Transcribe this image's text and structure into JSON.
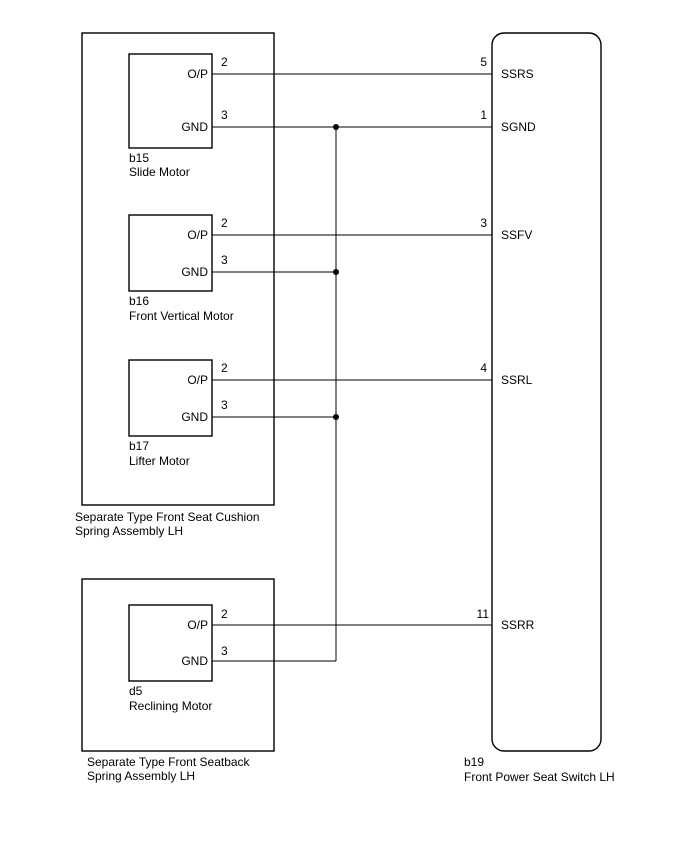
{
  "assemblies": {
    "cushion": {
      "line1": "Separate Type Front Seat Cushion",
      "line2": "Spring Assembly LH"
    },
    "seatback": {
      "line1": "Separate Type Front Seatback",
      "line2": "Spring Assembly LH"
    }
  },
  "motors": [
    {
      "code": "b15",
      "name": "Slide Motor",
      "op_label": "O/P",
      "gnd_label": "GND",
      "op_pin": "2",
      "gnd_pin": "3"
    },
    {
      "code": "b16",
      "name": "Front Vertical Motor",
      "op_label": "O/P",
      "gnd_label": "GND",
      "op_pin": "2",
      "gnd_pin": "3"
    },
    {
      "code": "b17",
      "name": "Lifter Motor",
      "op_label": "O/P",
      "gnd_label": "GND",
      "op_pin": "2",
      "gnd_pin": "3"
    },
    {
      "code": "d5",
      "name": "Reclining Motor",
      "op_label": "O/P",
      "gnd_label": "GND",
      "op_pin": "2",
      "gnd_pin": "3"
    }
  ],
  "switch": {
    "code": "b19",
    "name": "Front Power Seat Switch LH",
    "terminals": [
      {
        "pin": "5",
        "label": "SSRS"
      },
      {
        "pin": "1",
        "label": "SGND"
      },
      {
        "pin": "3",
        "label": "SSFV"
      },
      {
        "pin": "4",
        "label": "SSRL"
      },
      {
        "pin": "11",
        "label": "SSRR"
      }
    ]
  }
}
